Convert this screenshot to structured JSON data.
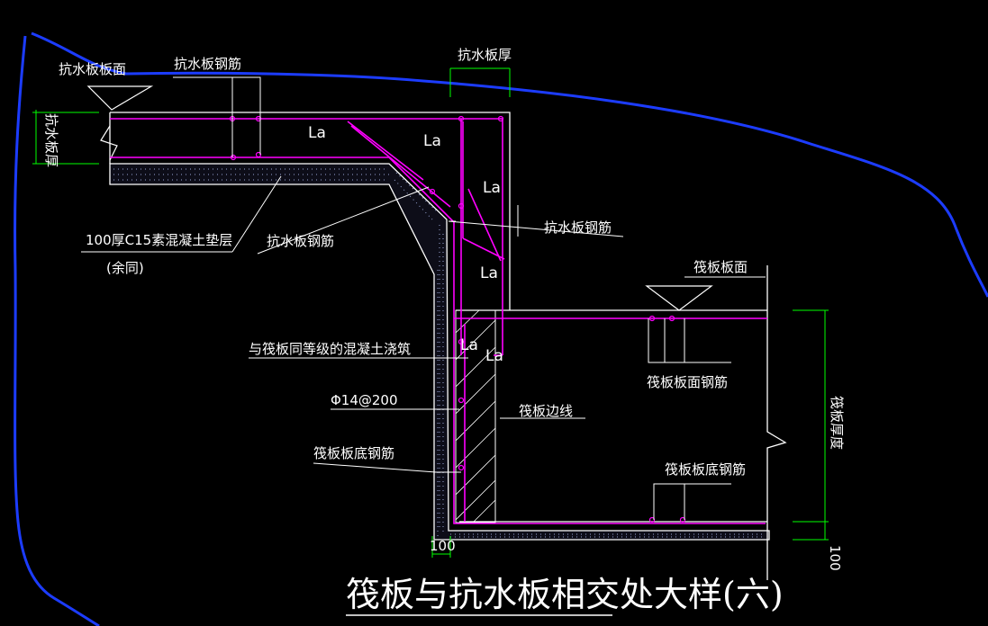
{
  "colors": {
    "background": "#000000",
    "rebar": "#ff00ff",
    "outline": "#ffffff",
    "dimension": "#00ff00",
    "boundary": "#1c3cff",
    "concrete_fill": "#9aa8d8"
  },
  "labels": {
    "anti_slab_face": "抗水板板面",
    "anti_slab_rebar_top": "抗水板钢筋",
    "anti_slab_thickness_top": "抗水板厚",
    "anti_slab_thickness_left": "抗水板厚",
    "cushion_note": "100厚C15素混凝土垫层",
    "cushion_note_same": "(余同)",
    "anti_slab_rebar_mid": "抗水板钢筋",
    "anti_slab_rebar_right": "抗水板钢筋",
    "raft_face": "筏板板面",
    "concrete_note": "与筏板同等级的混凝土浇筑",
    "raft_top_rebar": "筏板板面钢筋",
    "bar_spec": "Φ14@200",
    "raft_edge_line": "筏板边线",
    "raft_bottom_rebar_left": "筏板板底钢筋",
    "raft_thickness": "筏板厚度",
    "raft_bottom_rebar_right": "筏板板底钢筋",
    "dim_100_bottom": "100",
    "dim_100_right": "100",
    "la": "La"
  },
  "title": "筏板与抗水板相交处大样(六)"
}
